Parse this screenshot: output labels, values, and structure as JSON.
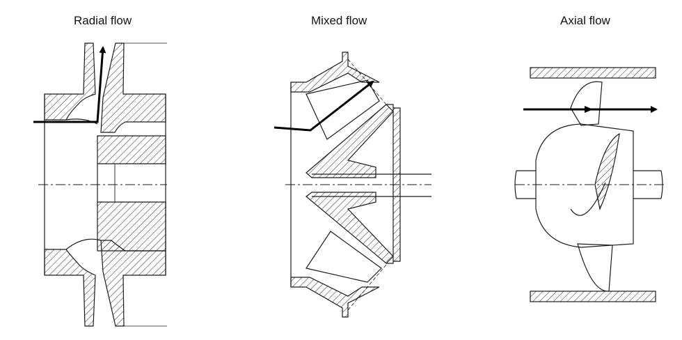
{
  "panels": {
    "radial": {
      "title": "Radial flow"
    },
    "mixed": {
      "title": "Mixed flow"
    },
    "axial": {
      "title": "Axial flow"
    }
  },
  "colors": {
    "line": "#1a1a1a",
    "hatch": "#333333",
    "arrow": "#000000",
    "background": "#ffffff"
  }
}
